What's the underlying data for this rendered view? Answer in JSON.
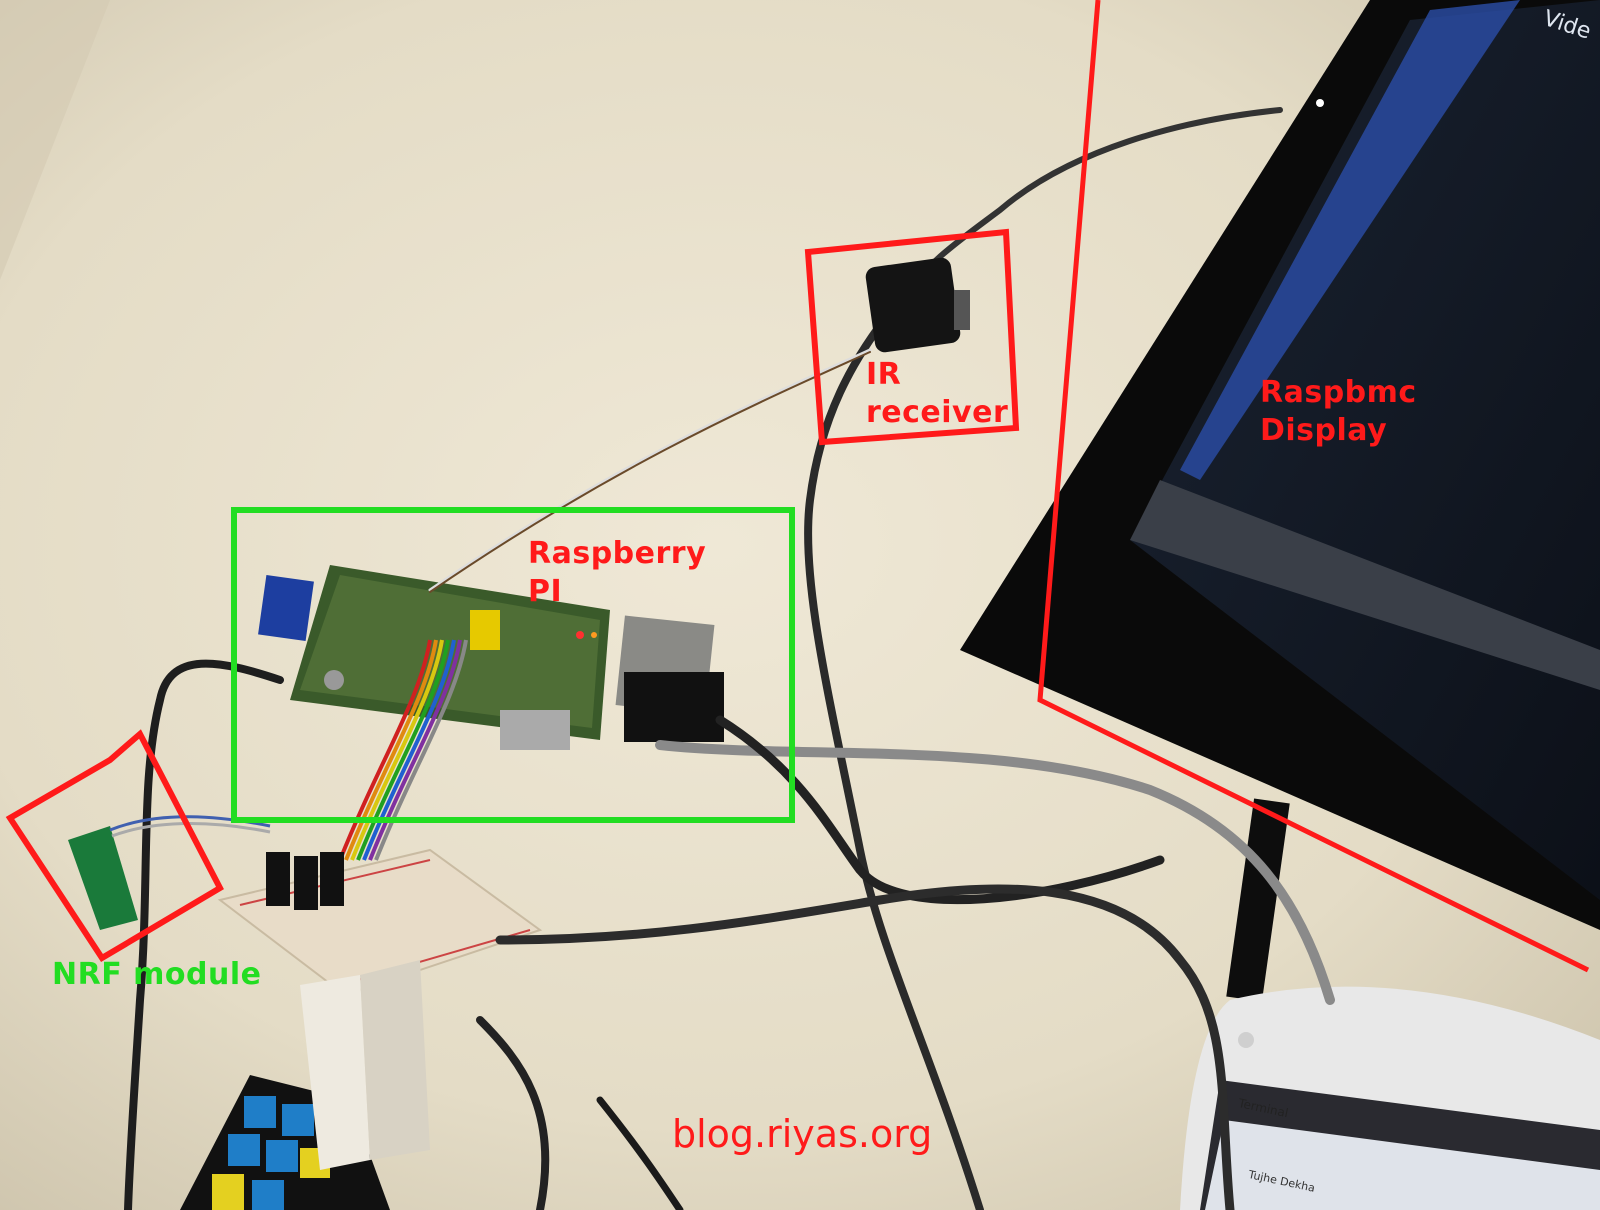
{
  "image": {
    "labels": {
      "raspberry_pi": "Raspberry PI",
      "ir_receiver": "IR receiver",
      "raspbmc_display": "Raspbmc Display",
      "nrf_module": "NRF module"
    },
    "watermark": "blog.riyas.org",
    "screen_fragment": "Vide",
    "laptop": {
      "window_title": "Terminal",
      "browser_tab": "Tujhe Dekha"
    },
    "annotation_colors": {
      "red": "#ff1a1a",
      "green": "#22dd22"
    }
  }
}
